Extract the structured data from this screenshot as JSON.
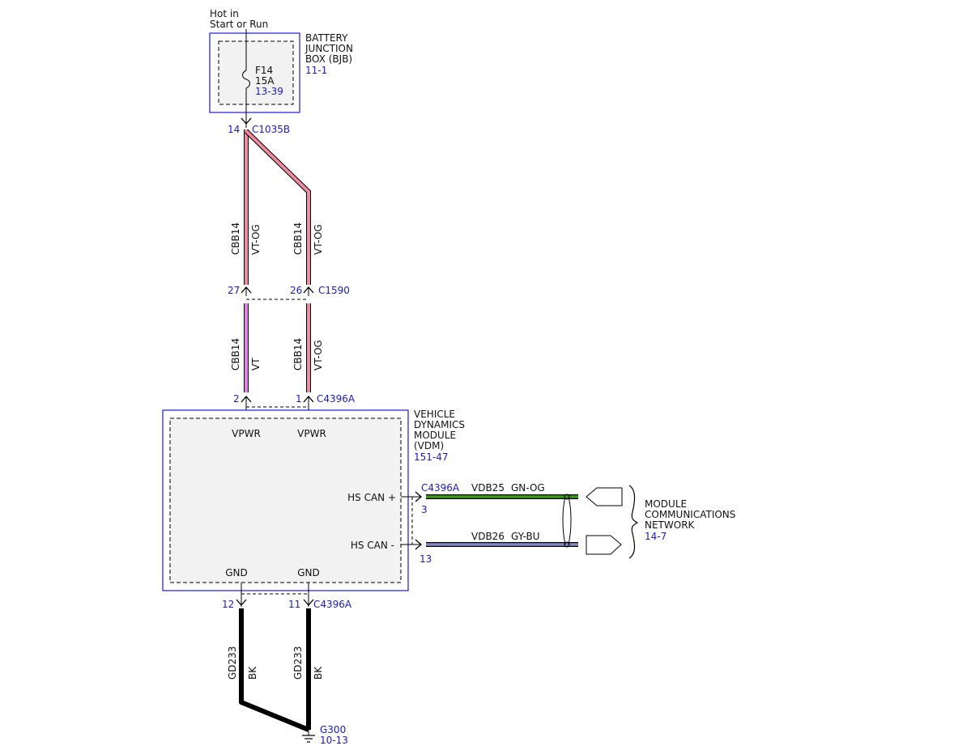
{
  "colors": {
    "blue": "#1a1ad6",
    "module_fill": "#f2f2f2",
    "wire_vt_og": "#f08a9e",
    "wire_vt": "#e080e8",
    "wire_bk": "#000000",
    "wire_gn_og": "#3a9a1a",
    "wire_gy_bu": "#8088c8"
  },
  "power_source": {
    "line1": "Hot in",
    "line2": "Start or Run"
  },
  "bjb": {
    "name_lines": [
      "BATTERY",
      "JUNCTION",
      "BOX (BJB)"
    ],
    "ref": "11-1",
    "fuse": {
      "id": "F14",
      "rating": "15A",
      "ref": "13-39"
    }
  },
  "connectors": {
    "c1035b": {
      "id": "C1035B",
      "pin": "14"
    },
    "c1590": {
      "id": "C1590",
      "pin_left": "27",
      "pin_right": "26"
    },
    "c4396a_top": {
      "id": "C4396A",
      "pin_left": "2",
      "pin_right": "1"
    },
    "c4396a_can": {
      "id": "C4396A",
      "pin_high": "3",
      "pin_low": "13"
    },
    "c4396a_gnd": {
      "id": "C4396A",
      "pin_left": "12",
      "pin_right": "11"
    }
  },
  "wires": {
    "upper_left": {
      "circuit": "CBB14",
      "color": "VT-OG"
    },
    "upper_right": {
      "circuit": "CBB14",
      "color": "VT-OG"
    },
    "lower_left": {
      "circuit": "CBB14",
      "color": "VT"
    },
    "lower_right": {
      "circuit": "CBB14",
      "color": "VT-OG"
    },
    "can_high": {
      "circuit": "VDB25",
      "color": "GN-OG"
    },
    "can_low": {
      "circuit": "VDB26",
      "color": "GY-BU"
    },
    "gnd_left": {
      "circuit": "GD233",
      "color": "BK"
    },
    "gnd_right": {
      "circuit": "GD233",
      "color": "BK"
    }
  },
  "vdm": {
    "name_lines": [
      "VEHICLE",
      "DYNAMICS",
      "MODULE",
      "(VDM)"
    ],
    "ref": "151-47",
    "pin_vpwr_1": "VPWR",
    "pin_vpwr_2": "VPWR",
    "pin_can_high": "HS CAN +",
    "pin_can_low": "HS CAN -",
    "pin_gnd_1": "GND",
    "pin_gnd_2": "GND"
  },
  "network": {
    "name_lines": [
      "MODULE",
      "COMMUNICATIONS",
      "NETWORK"
    ],
    "ref": "14-7"
  },
  "ground": {
    "id": "G300",
    "ref": "10-13"
  }
}
